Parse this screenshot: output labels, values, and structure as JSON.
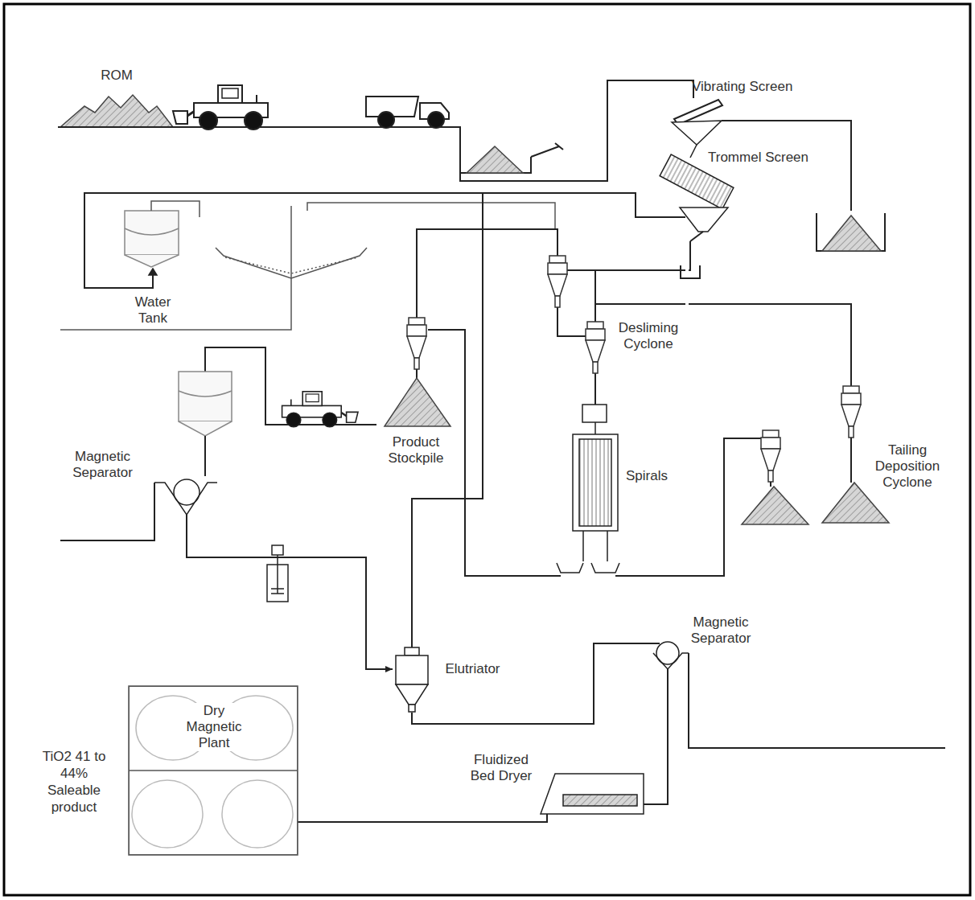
{
  "diagram": {
    "nodes": [
      {
        "text": [
          "ROM"
        ]
      },
      {
        "text": [
          "Vibrating Screen"
        ]
      },
      {
        "text": [
          "Trommel Screen"
        ]
      },
      {
        "text": [
          "Water Tank"
        ]
      },
      {
        "text": [
          "Desliming Cyclone"
        ]
      },
      {
        "text": [
          "Product Stockpile"
        ]
      },
      {
        "text": [
          "Magnetic Separator"
        ]
      },
      {
        "text": [
          "Spirals"
        ]
      },
      {
        "text": [
          "Tailing Deposition Cyclone"
        ]
      },
      {
        "text": [
          "Elutriator"
        ]
      },
      {
        "text": [
          "Magnetic Separator"
        ]
      },
      {
        "text": [
          "Fluidized Bed Dryer"
        ]
      },
      {
        "text": [
          "Dry Magnetic Plant"
        ]
      }
    ],
    "edges": [
      {
        "from": 0,
        "to": 1,
        "arrow": "none"
      },
      {
        "from": 3,
        "to": 2,
        "arrow": "none"
      },
      {
        "from": 2,
        "to": 4,
        "arrow": "none"
      },
      {
        "from": 4,
        "to": 7,
        "arrow": "none"
      },
      {
        "from": 4,
        "to": 8,
        "arrow": "none"
      },
      {
        "from": 7,
        "to": 5,
        "arrow": "none"
      },
      {
        "from": 7,
        "to": 8,
        "arrow": "none"
      },
      {
        "from": 5,
        "to": 6,
        "arrow": "none"
      },
      {
        "from": 6,
        "to": 9,
        "arrow": "to"
      },
      {
        "from": 9,
        "to": 10,
        "arrow": "none"
      },
      {
        "from": 10,
        "to": 11,
        "arrow": "none"
      },
      {
        "from": 11,
        "to": 12,
        "arrow": "none"
      }
    ],
    "labels": [
      "TiO2 41 to 44% Saleable product"
    ]
  }
}
